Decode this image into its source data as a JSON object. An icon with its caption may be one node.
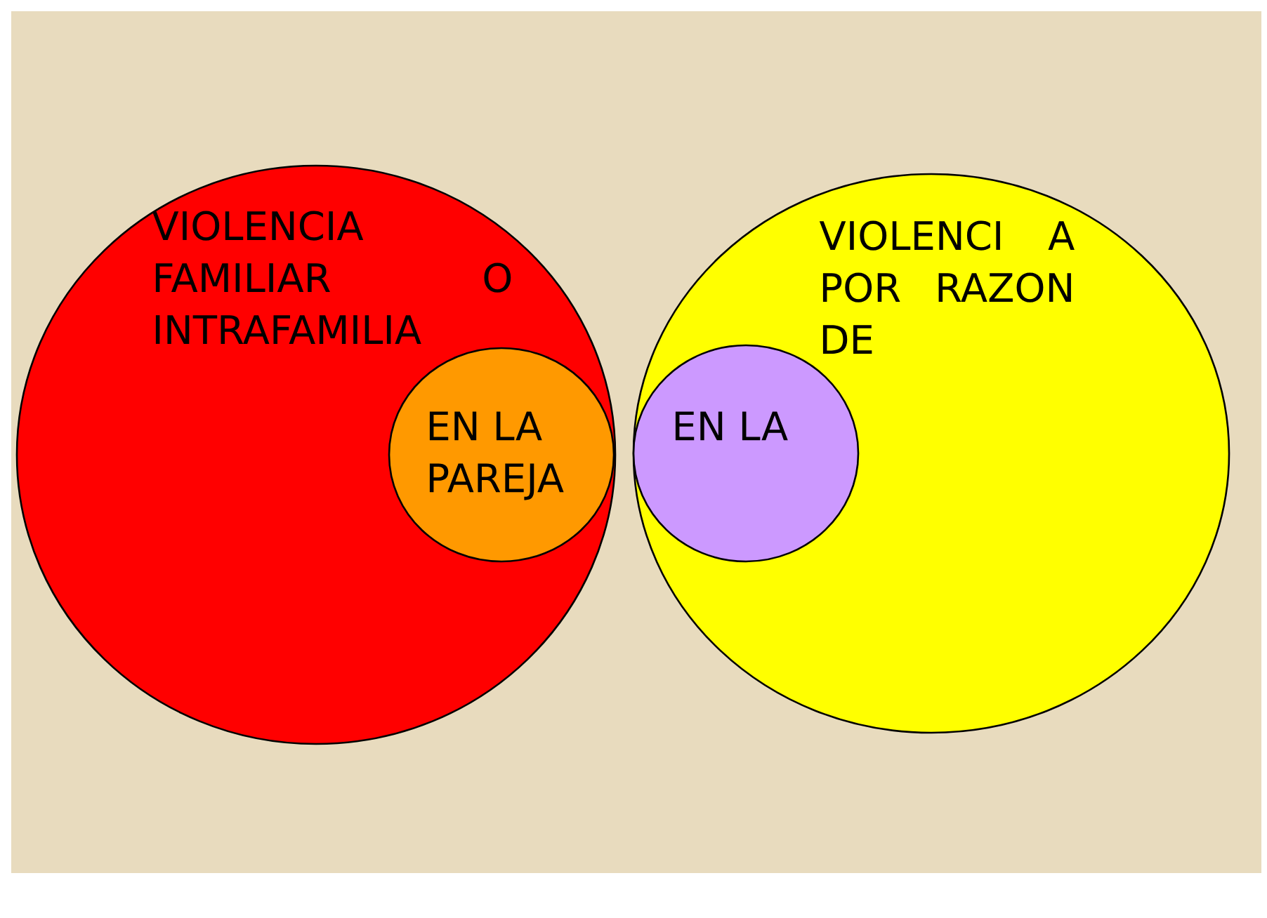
{
  "diagram": {
    "nodes": [
      {
        "text": [
          "VIOLENCIA FAMILIAR O INTRAFAMILIA"
        ]
      },
      {
        "text": [
          "EN LA PAREJA"
        ],
        "in": 0
      },
      {
        "text": [
          "VIOLENCI A POR RAZON DE"
        ]
      },
      {
        "text": [
          "EN LA"
        ],
        "in": 2
      }
    ]
  }
}
